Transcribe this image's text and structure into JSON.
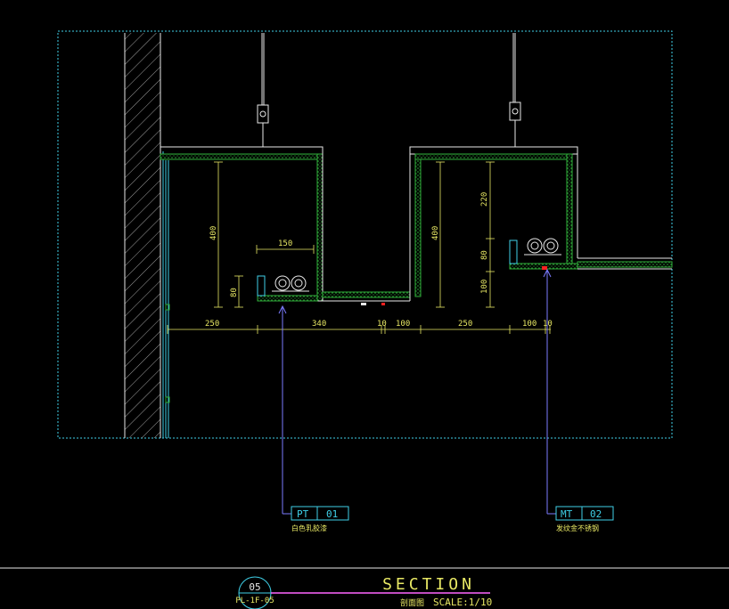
{
  "dimensions": {
    "overall_height_left": "400",
    "overall_height_right": "400",
    "light_width": "150",
    "light_height": "80",
    "right_top": "220",
    "right_mid": "80",
    "right_bottom": "100",
    "bottom_250a": "250",
    "bottom_340": "340",
    "bottom_10a": "10",
    "bottom_100a": "100",
    "bottom_250b": "250",
    "bottom_100b": "100",
    "bottom_10b": "10"
  },
  "tags": [
    {
      "code": "PT",
      "number": "01",
      "desc": "白色乳胶漆"
    },
    {
      "code": "MT",
      "number": "02",
      "desc": "发纹金不锈钢"
    }
  ],
  "title_block": {
    "number": "05",
    "sheet": "PL-1F-05",
    "title": "SECTION",
    "subtitle_cn": "剖面图",
    "scale": "SCALE:1/10"
  },
  "colors": {
    "background": "#000000",
    "frame": "#3fd0e8",
    "line": "#e8e8e8",
    "dimension": "#e8e864",
    "hatch": "#2fae3a",
    "leader": "#7b7bff",
    "title_line": "#ff66ff"
  }
}
